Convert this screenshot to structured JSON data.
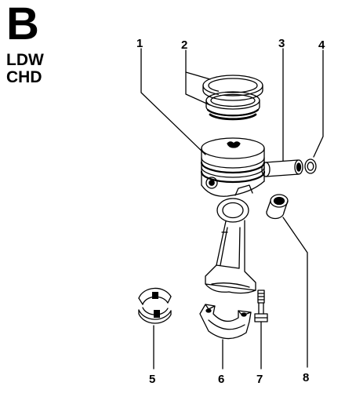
{
  "header": {
    "section": "B",
    "models": [
      "LDW",
      "CHD"
    ]
  },
  "callouts": [
    {
      "number": "1",
      "part": "piston"
    },
    {
      "number": "2",
      "part": "piston-rings"
    },
    {
      "number": "3",
      "part": "piston-pin"
    },
    {
      "number": "4",
      "part": "circlip"
    },
    {
      "number": "5",
      "part": "connecting-rod-bearing-shells"
    },
    {
      "number": "6",
      "part": "connecting-rod-cap"
    },
    {
      "number": "7",
      "part": "connecting-rod-bolt"
    },
    {
      "number": "8",
      "part": "small-end-bushing"
    }
  ],
  "colors": {
    "line": "#000000",
    "shade": "#1a1a1a",
    "paper": "#ffffff"
  }
}
